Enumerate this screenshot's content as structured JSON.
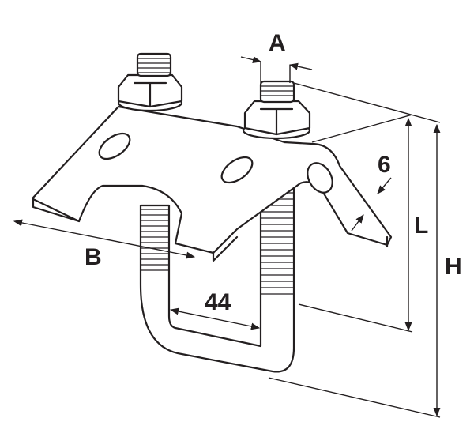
{
  "drawing": {
    "dimension_labels": {
      "a": "A",
      "thickness": "6",
      "l": "L",
      "h": "H",
      "b": "B",
      "inner_width": "44"
    },
    "line_color": "#231f20"
  }
}
